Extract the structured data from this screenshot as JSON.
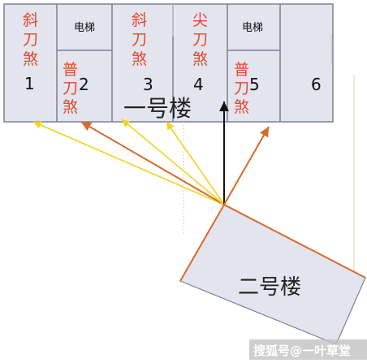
{
  "building1": {
    "name": "一号楼",
    "units": [
      {
        "num": "1",
        "label": [
          "斜",
          "刀",
          "煞"
        ]
      },
      {
        "num": "2",
        "label": [
          "普",
          "刀",
          "煞"
        ],
        "top_label": "电梯"
      },
      {
        "num": "3",
        "label": [
          "斜",
          "刀",
          "煞"
        ]
      },
      {
        "num": "4",
        "label": [
          "尖",
          "刀",
          "煞"
        ]
      },
      {
        "num": "5",
        "label": [
          "普",
          "刀",
          "煞"
        ],
        "top_label": "电梯"
      },
      {
        "num": "6",
        "label": []
      }
    ]
  },
  "building2": {
    "name": "二号楼"
  },
  "colors": {
    "label_red": "#e3492b",
    "orange_arrow": "#d96a2b",
    "yellow_arrow": "#f2d21d",
    "black_arrow": "#111111",
    "building_fill": "#e3e4ee",
    "building_stroke": "#7c7f95",
    "wall_line": "#c7c8cf"
  },
  "watermark": "搜狐号@一叶草堂"
}
